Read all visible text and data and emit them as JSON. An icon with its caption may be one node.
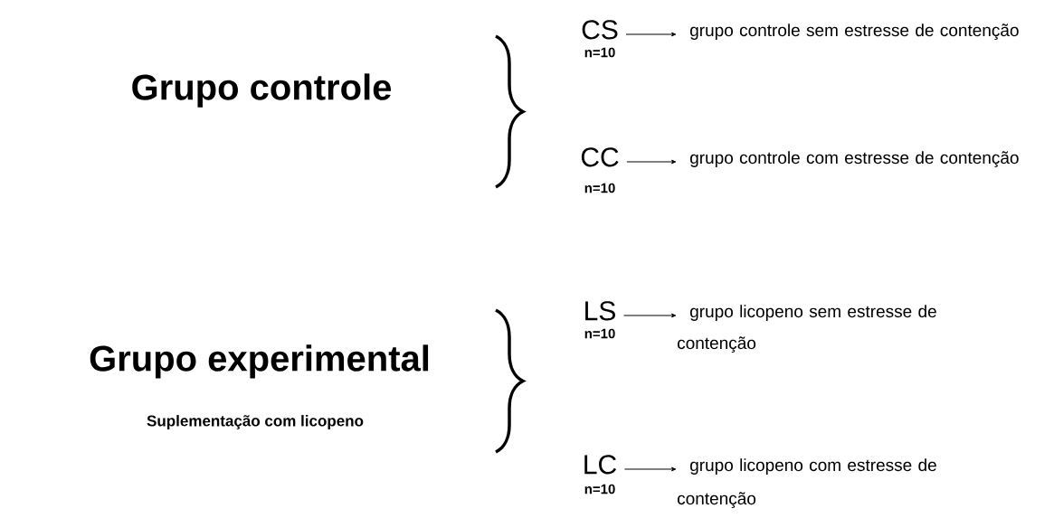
{
  "diagram": {
    "nodes": [
      {
        "text": [
          "CS",
          "n=10"
        ]
      },
      {
        "text": [
          "grupo controle sem estresse de contenção"
        ]
      },
      {
        "text": [
          "CC",
          "n=10"
        ]
      },
      {
        "text": [
          "grupo controle com estresse de contenção"
        ]
      },
      {
        "text": [
          "LS",
          "n=10"
        ]
      },
      {
        "text": [
          "grupo licopeno sem estresse de contenção"
        ]
      },
      {
        "text": [
          "LC",
          "n=10"
        ]
      },
      {
        "text": [
          "grupo licopeno com estresse de contenção"
        ]
      }
    ],
    "edges": [
      {
        "from": 0,
        "to": 1,
        "arrow": "to"
      },
      {
        "from": 2,
        "to": 3,
        "arrow": "to"
      },
      {
        "from": 4,
        "to": 5,
        "arrow": "to"
      },
      {
        "from": 6,
        "to": 7,
        "arrow": "to"
      }
    ],
    "labels": [
      "Grupo controle",
      "Grupo experimental",
      "Suplementação com licopeno"
    ]
  }
}
